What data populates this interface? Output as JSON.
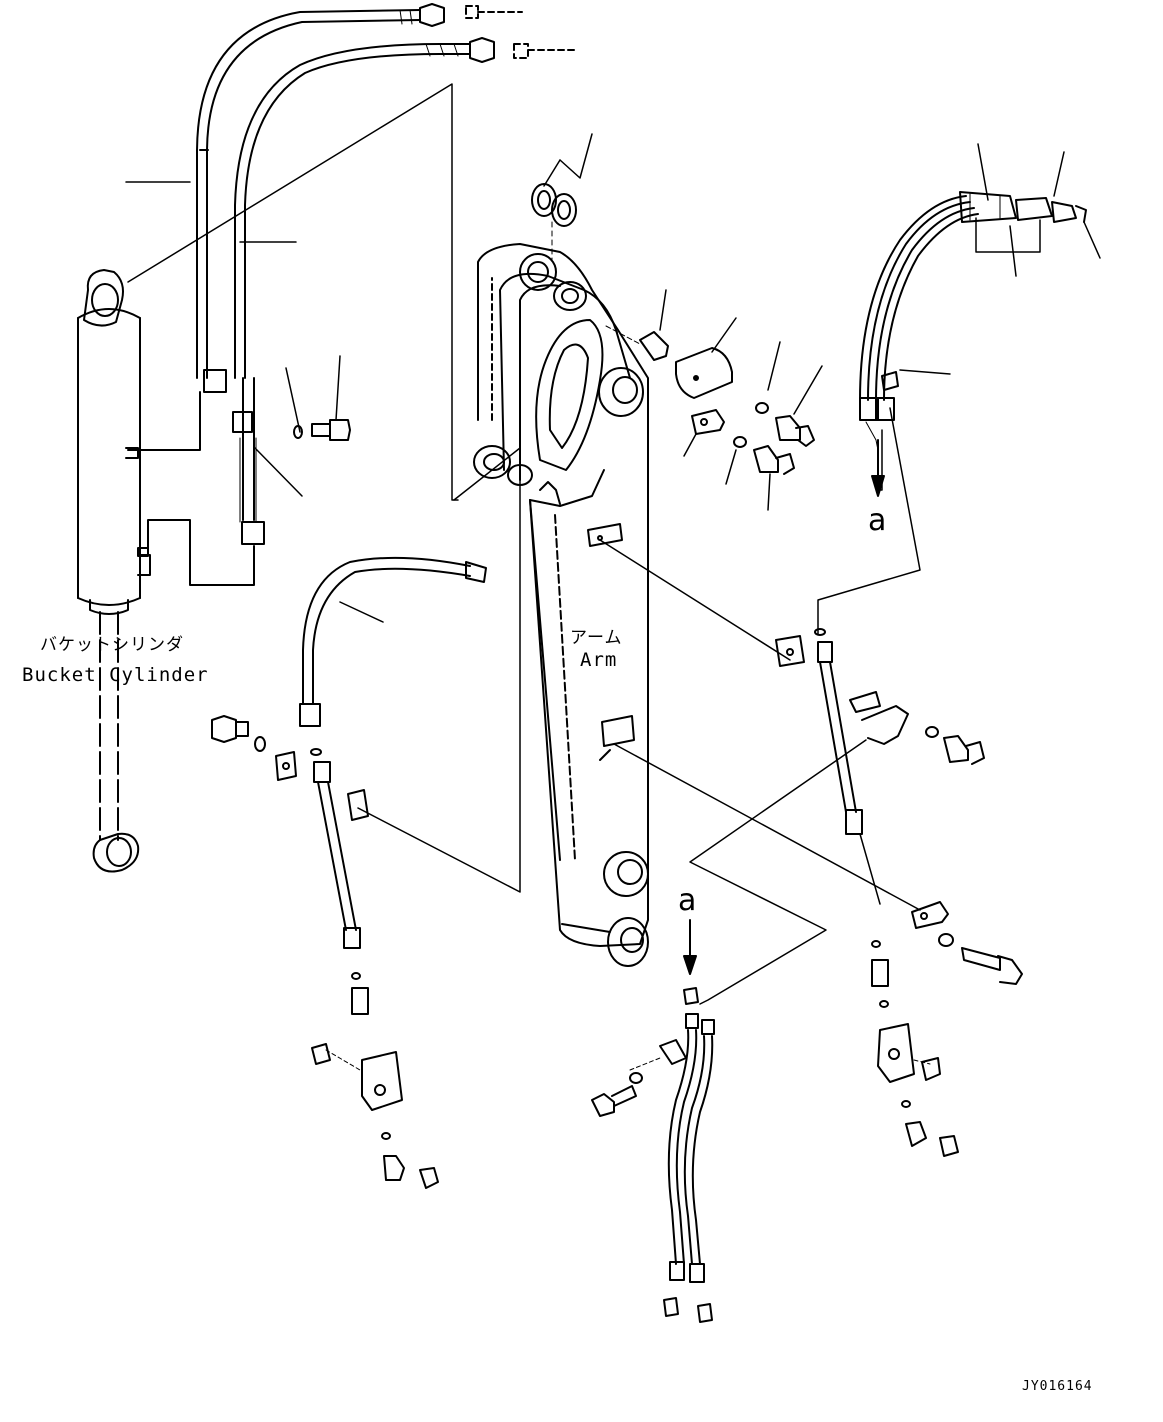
{
  "labels": {
    "bucket_cylinder_jp": "バケットシリンダ",
    "bucket_cylinder_en": "Bucket Cylinder",
    "arm_jp": "アーム",
    "arm_en": "Arm",
    "ref_a_upper": "a",
    "ref_a_lower": "a",
    "drawing_code": "JY016164"
  },
  "icons": [
    "bucket-cylinder-icon",
    "arm-icon",
    "hose-icon",
    "bolt-icon",
    "washer-icon",
    "clamp-icon",
    "elbow-fitting-icon",
    "o-ring-icon",
    "pin-icon"
  ]
}
